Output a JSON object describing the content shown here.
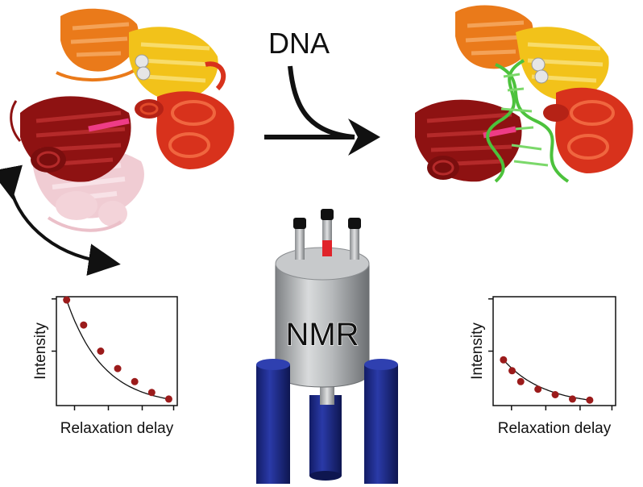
{
  "step_label": "DNA",
  "magnet_label": "NMR",
  "colors": {
    "domain_dark_red": "#8e1212",
    "domain_red": "#d8321c",
    "domain_orange": "#ea7a1a",
    "domain_yellow": "#f2c21a",
    "dna_green": "#4cc23c",
    "ghost_pink": "#eec4cc",
    "magnet_gray": "#a9acae",
    "magnet_blue": "#1c2a8c",
    "data_point": "#9b1b1b"
  },
  "chart_data": [
    {
      "type": "scatter",
      "xlabel": "Relaxation delay",
      "ylabel": "Intensity",
      "x": [
        1,
        2,
        3,
        4,
        5,
        6,
        7
      ],
      "y": [
        0.97,
        0.74,
        0.5,
        0.34,
        0.22,
        0.12,
        0.06
      ],
      "fit_curve": true,
      "grid": false
    },
    {
      "type": "scatter",
      "xlabel": "Relaxation delay",
      "ylabel": "Intensity",
      "x": [
        1,
        1.5,
        2,
        3,
        4,
        5,
        6
      ],
      "y": [
        0.42,
        0.32,
        0.22,
        0.15,
        0.1,
        0.06,
        0.05
      ],
      "fit_curve": true,
      "grid": false
    }
  ]
}
